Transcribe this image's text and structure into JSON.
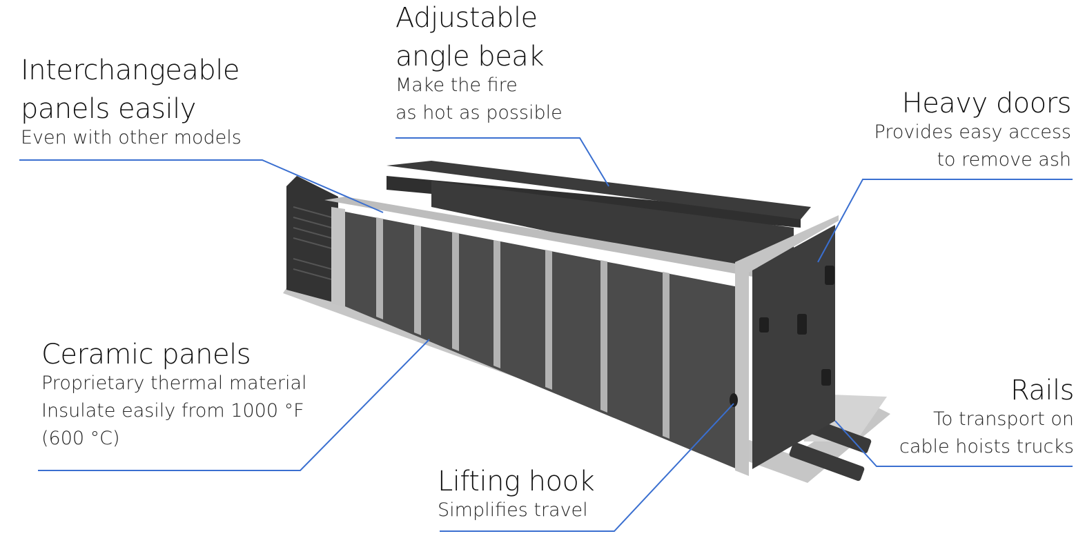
{
  "callouts": {
    "interchangeable": {
      "title_l1": "Interchangeable",
      "title_l2": "panels easily",
      "desc_l1": "Even with other models"
    },
    "angle_beak": {
      "title_l1": "Adjustable",
      "title_l2": "angle beak",
      "desc_l1": "Make the fire",
      "desc_l2": "as hot as possible"
    },
    "heavy_doors": {
      "title_l1": "Heavy doors",
      "desc_l1": "Provides easy access",
      "desc_l2": "to remove ash"
    },
    "ceramic": {
      "title_l1": "Ceramic panels",
      "desc_l1": "Proprietary thermal material",
      "desc_l2": "Insulate easily from 1000 °F",
      "desc_l3": "(600 °C)"
    },
    "lifting_hook": {
      "title_l1": "Lifting hook",
      "desc_l1": "Simplifies travel"
    },
    "rails": {
      "title_l1": "Rails",
      "desc_l1": "To transport on",
      "desc_l2": "cable hoists trucks"
    }
  },
  "colors": {
    "leader_line": "#3a6fd0",
    "panel": "#4a4a4a",
    "frame": "#b9b9b9",
    "dark": "#2c2c2c"
  }
}
